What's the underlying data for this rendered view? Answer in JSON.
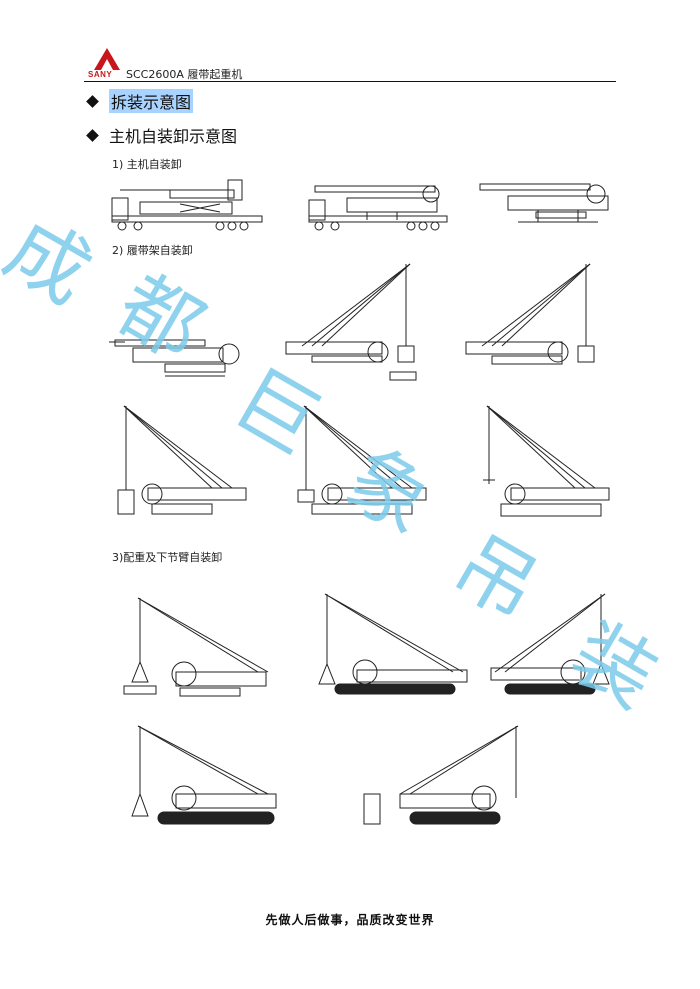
{
  "header": {
    "logo_text": "SANY",
    "doc_title": "SCC2600A 履带起重机",
    "brand_color": "#c8161d"
  },
  "sections": {
    "section1_title": "拆装示意图",
    "section2_title": "主机自装卸示意图"
  },
  "subsections": {
    "s1": "1)  主机自装卸",
    "s2": "2)  履带架自装卸",
    "s3": "3)配重及下节臂自装卸"
  },
  "footer": {
    "slogan": "先做人后做事，品质改变世界"
  },
  "watermark": {
    "chars": [
      "成",
      "都",
      "巨",
      "象",
      "吊",
      "装"
    ],
    "color": "#7ccbea"
  }
}
